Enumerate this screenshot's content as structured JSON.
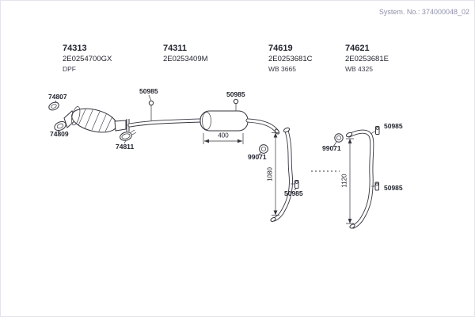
{
  "header": {
    "system_no": "System. No.: 374000048_02"
  },
  "groups": [
    {
      "part": "74313",
      "code": "2E0254700GX",
      "note": "DPF"
    },
    {
      "part": "74311",
      "code": "2E0253409M"
    },
    {
      "part": "74619",
      "code": "2E0253681C",
      "note": "WB 3665"
    },
    {
      "part": "74621",
      "code": "2E0253681E",
      "note": "WB 4325"
    }
  ],
  "callouts": {
    "front_gasket": "74807",
    "rear_gasket": "74809",
    "hanger": "50985",
    "clamp": "74811",
    "seal_ring": "99071"
  },
  "dimensions": {
    "muffler_length": "400",
    "tailpipe_wb3665_length": "1080",
    "tailpipe_wb4325_length": "1120"
  },
  "colors": {
    "ink": "#34343e",
    "label": "#23262f",
    "muted": "#8f91a8"
  }
}
